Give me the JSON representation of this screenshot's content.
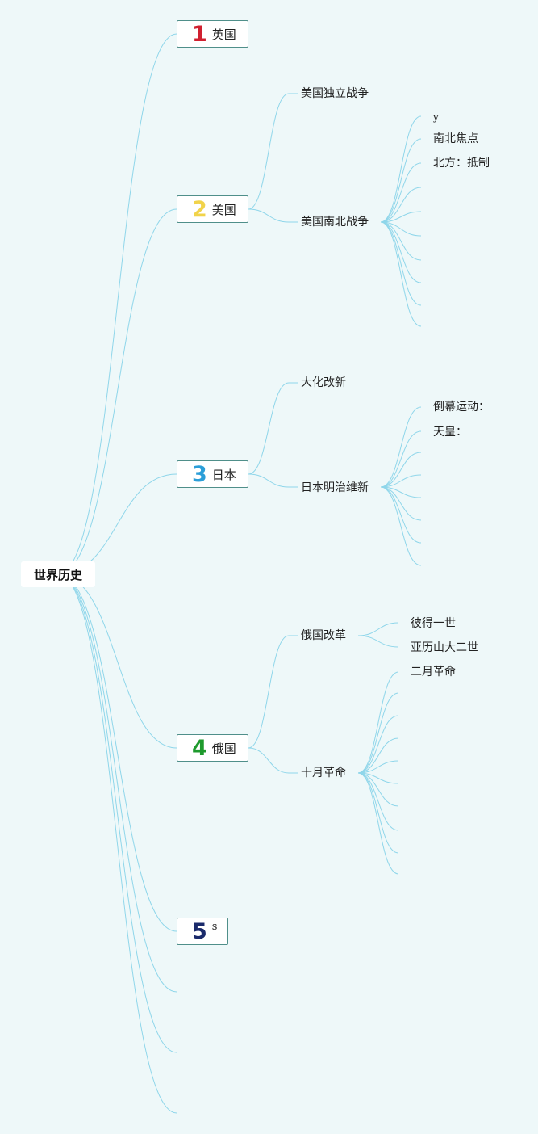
{
  "root": {
    "label": "世界历史"
  },
  "topics": [
    {
      "number": "1",
      "label": "英国",
      "number_color": "#d0202f"
    },
    {
      "number": "2",
      "label": "美国",
      "number_color": "#f1d34a"
    },
    {
      "number": "3",
      "label": "日本",
      "number_color": "#2b9ed8"
    },
    {
      "number": "4",
      "label": "俄国",
      "number_color": "#1e9a2d"
    },
    {
      "number": "5",
      "label": "s",
      "number_color": "#1a2a6b"
    }
  ],
  "subtopics": {
    "us_independence": "美国独立战争",
    "us_civil_war": "美国南北战争",
    "jp_taika": "大化改新",
    "jp_meiji": "日本明治维新",
    "ru_reform": "俄国改革",
    "ru_october": "十月革命"
  },
  "leaves": {
    "civil_war": [
      "y",
      "南北焦点",
      "北方：抵制"
    ],
    "meiji": [
      "倒幕运动：",
      "天皇："
    ],
    "ru_reform": [
      "彼得一世",
      "亚历山大二世"
    ],
    "october": [
      "二月革命"
    ]
  },
  "colors": {
    "background": "#eef8f9",
    "line": "#8fd6ea",
    "box_border": "#4f8f8a"
  }
}
